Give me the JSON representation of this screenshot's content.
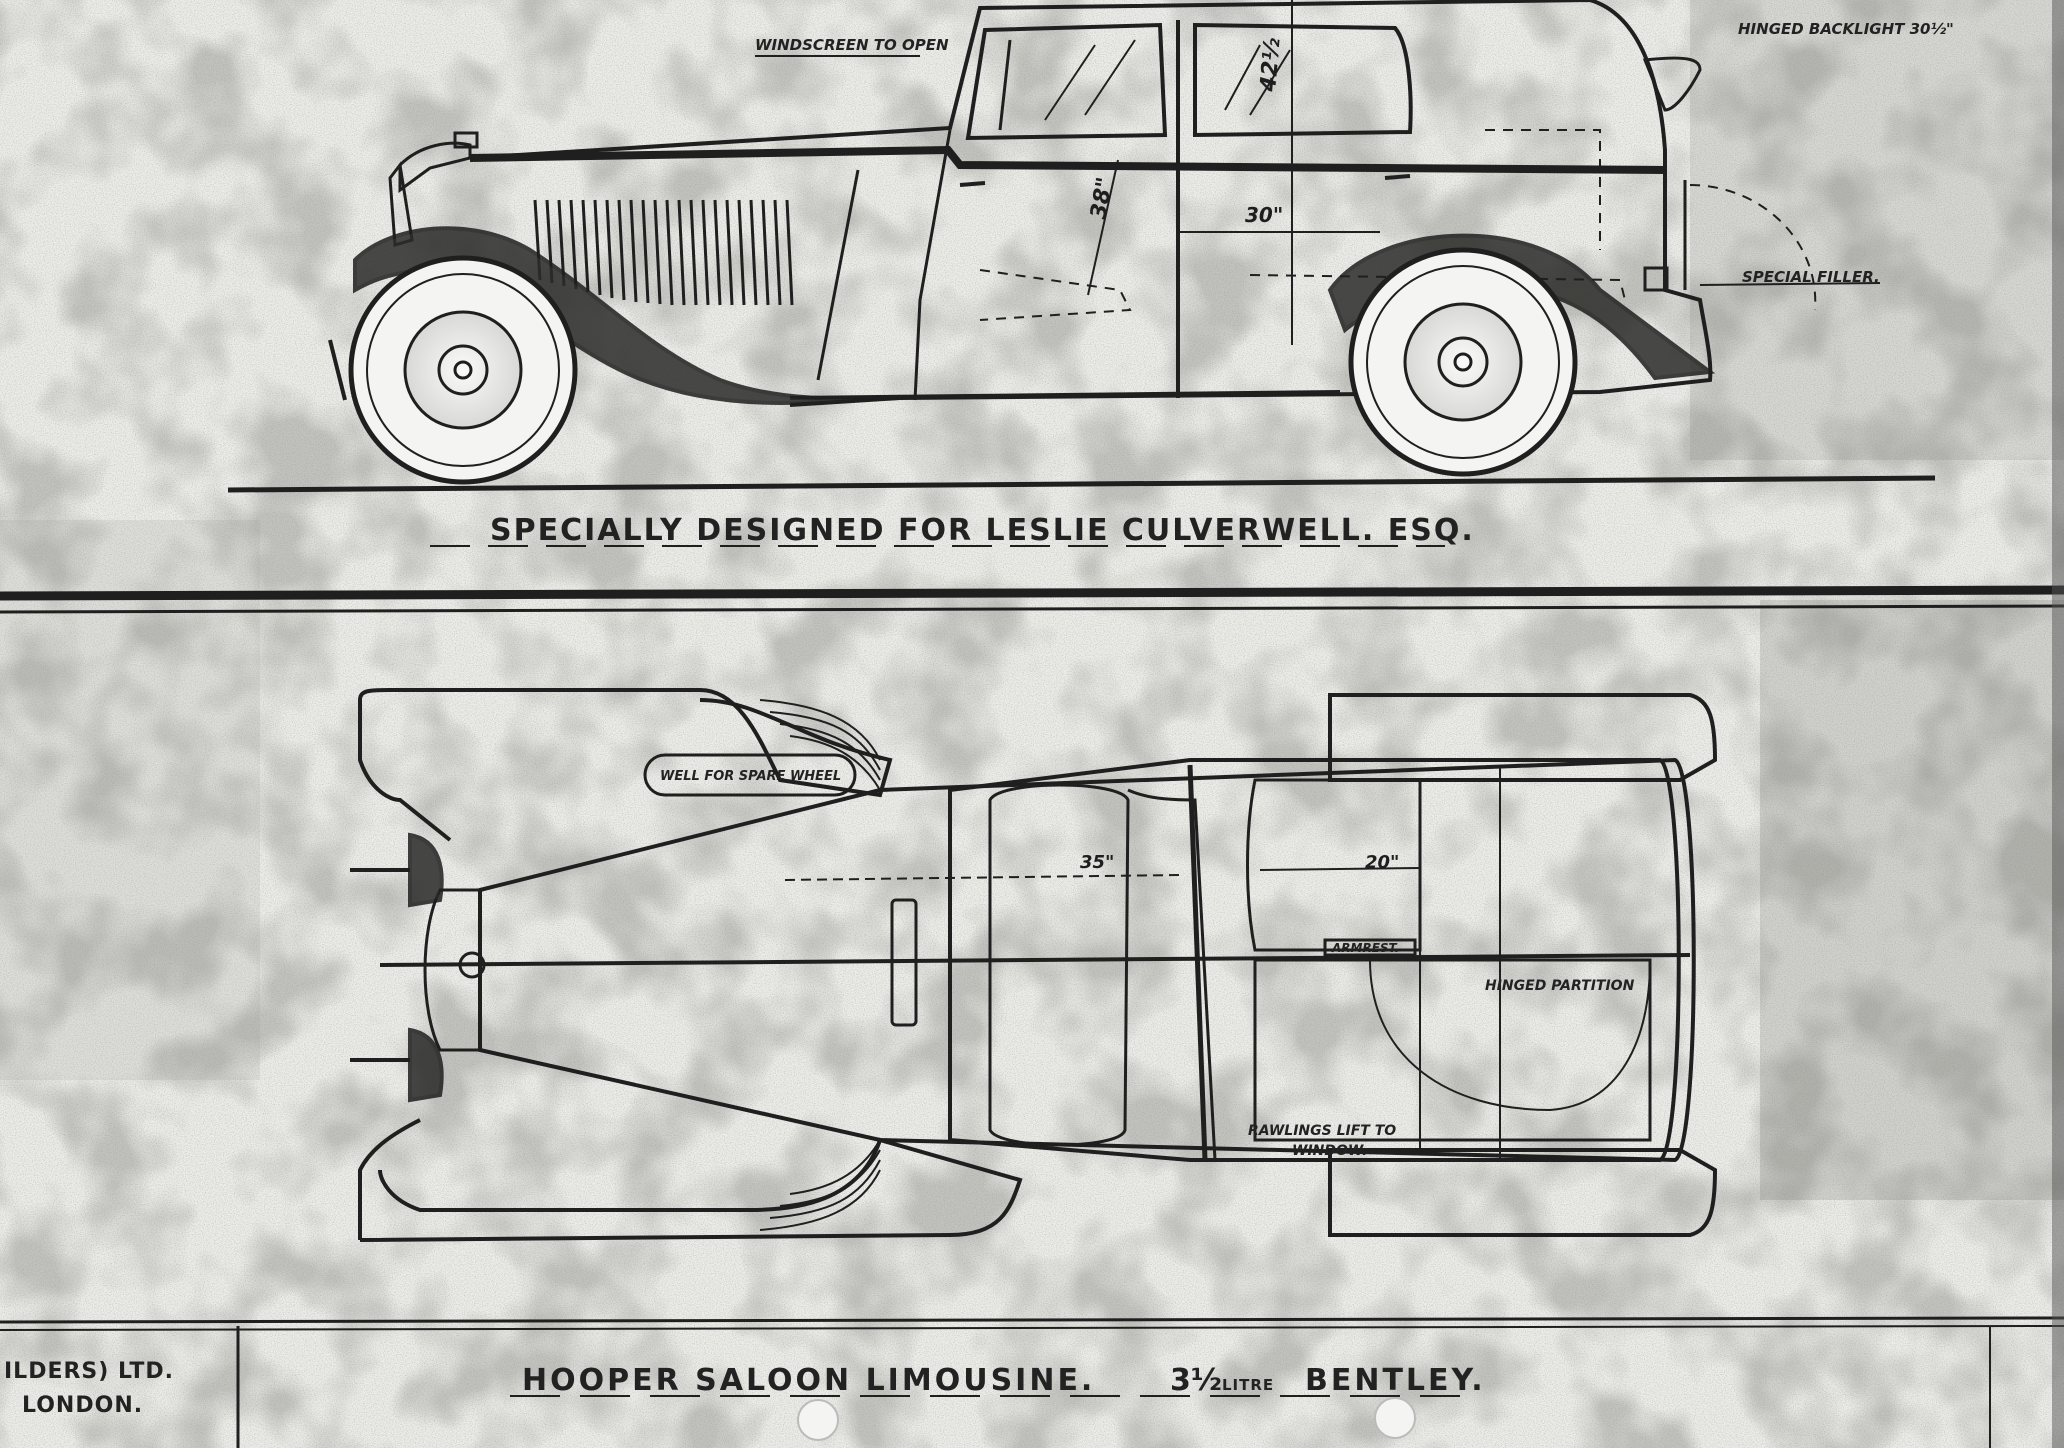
{
  "side_view": {
    "caption": "SPECIALLY DESIGNED FOR LESLIE CULVERWELL. ESQ.",
    "notes": {
      "windscreen": "WINDSCREEN TO OPEN",
      "backlight": "HINGED BACKLIGHT 30½\"",
      "filler": "SPECIAL FILLER."
    },
    "dimensions": {
      "height": "42½",
      "seat_height": "38\"",
      "seat_depth": "30\""
    }
  },
  "plan_view": {
    "notes": {
      "spare_wheel": "WELL FOR SPARE WHEEL",
      "armrest": "ARMREST.",
      "partition": "HINGED PARTITION",
      "rawlings": "RAWLINGS LIFT TO",
      "window": "WINDOW."
    },
    "dimensions": {
      "front_width": "35\"",
      "rear_width": "20\""
    }
  },
  "title_block": {
    "maker_line1": "ILDERS) LTD.",
    "maker_line2": "LONDON.",
    "title_part1": "HOOPER SALOON LIMOUSINE.",
    "engine_size": "3½",
    "litre_label": "LITRE",
    "make": "BENTLEY."
  },
  "colors": {
    "paper": "#e9e9e6",
    "ink": "#1f1f1f",
    "stain": "#6b6b66"
  }
}
